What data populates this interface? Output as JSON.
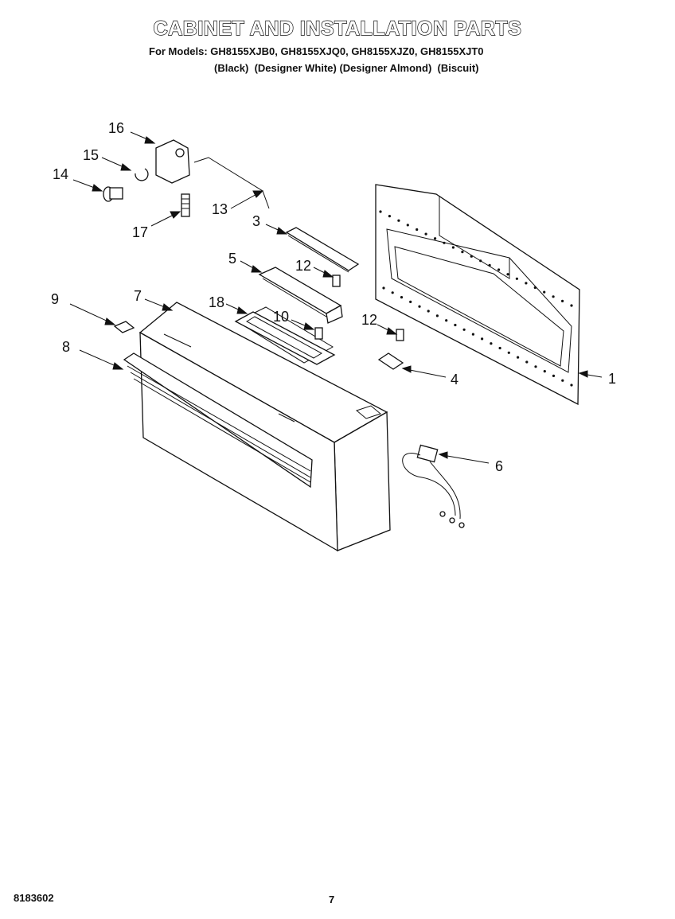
{
  "header": {
    "title": "CABINET AND INSTALLATION PARTS",
    "models": "For Models: GH8155XJB0, GH8155XJQ0, GH8155XJZ0, GH8155XJT0",
    "colors": "(Black)  (Designer White) (Designer Almond)  (Biscuit)"
  },
  "callouts": {
    "c1": "1",
    "c3": "3",
    "c4": "4",
    "c5": "5",
    "c6": "6",
    "c7": "7",
    "c8": "8",
    "c9": "9",
    "c10": "10",
    "c12a": "12",
    "c12b": "12",
    "c13": "13",
    "c14": "14",
    "c15": "15",
    "c16": "16",
    "c17": "17",
    "c18": "18"
  },
  "footer": {
    "doc_number": "8183602",
    "page": "7"
  }
}
